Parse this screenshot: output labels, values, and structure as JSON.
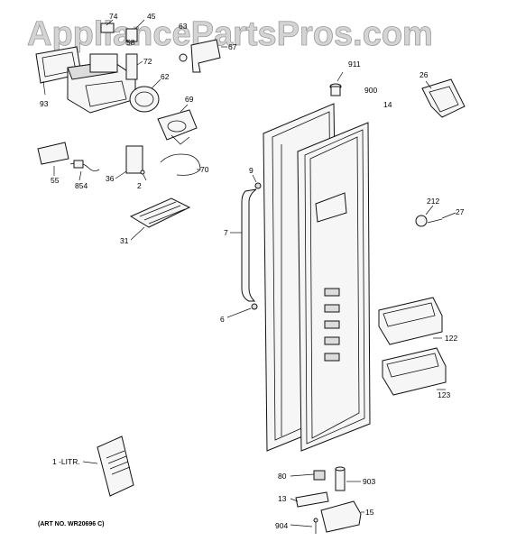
{
  "watermark": "AppliancePartsPros.com",
  "art_number": "(ART NO. WR20696 C)",
  "literature_label": "1 -LITR.",
  "callouts": {
    "c74": "74",
    "c45": "45",
    "c63": "63",
    "c58": "58",
    "c67": "67",
    "c72": "72",
    "c62": "62",
    "c93": "93",
    "c69": "69",
    "c911": "911",
    "c900": "900",
    "c14": "14",
    "c26": "26",
    "c55": "55",
    "c854": "854",
    "c36": "36",
    "c2": "2",
    "c70": "70",
    "c9": "9",
    "c212": "212",
    "c27": "27",
    "c7": "7",
    "c31": "31",
    "c6": "6",
    "c122": "122",
    "c123": "123",
    "c80": "80",
    "c903": "903",
    "c13": "13",
    "c15": "15",
    "c904": "904"
  }
}
